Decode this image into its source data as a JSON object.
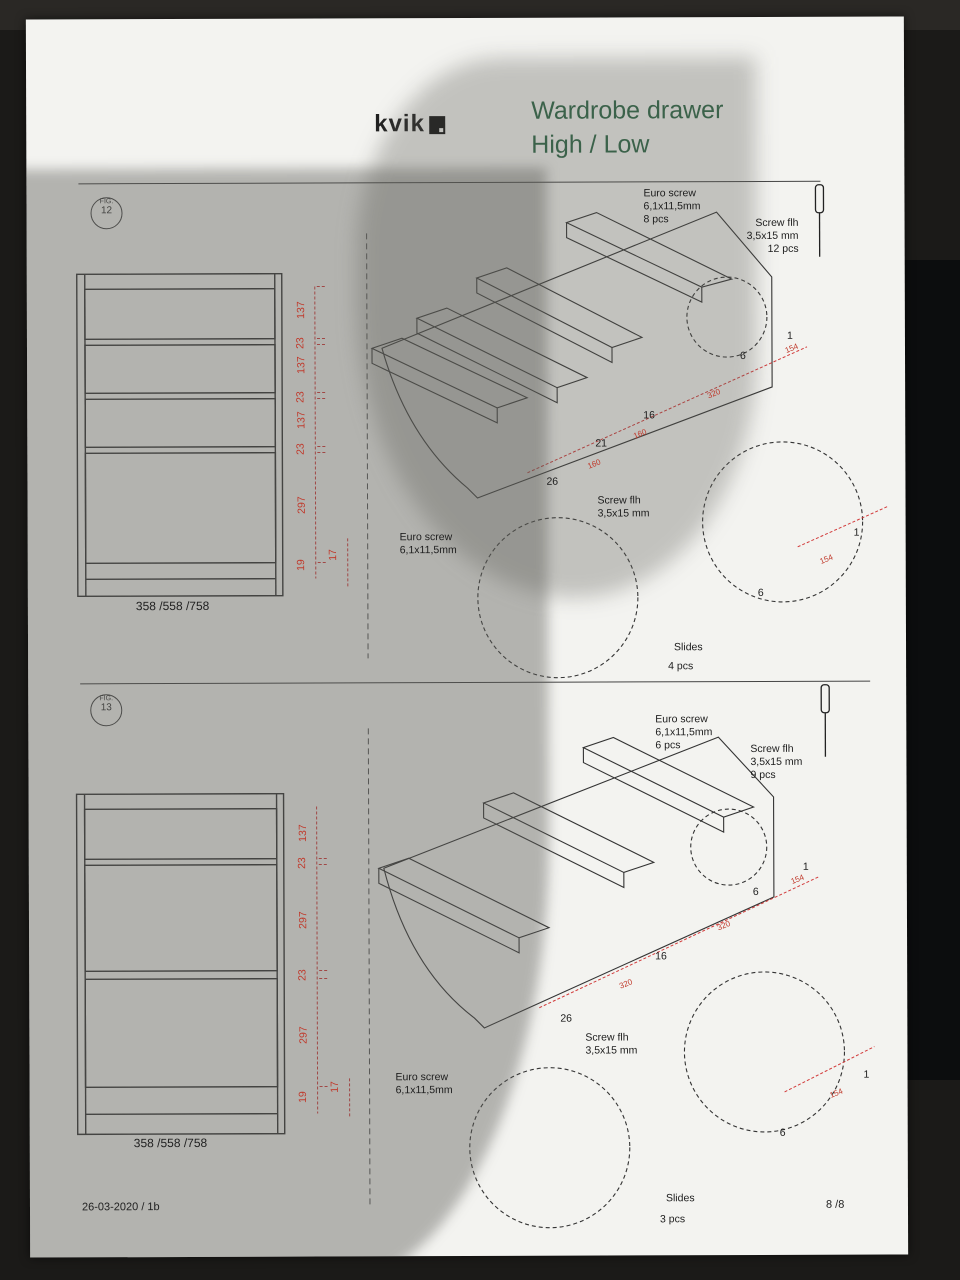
{
  "header": {
    "brand": "kvik",
    "title_line1": "Wardrobe drawer",
    "title_line2": "High / Low"
  },
  "fig12": {
    "fig_label": "FIG.",
    "fig_number": "12",
    "dimensions_caption": "358 /558 /758",
    "measurements": [
      "137",
      "23",
      "137",
      "23",
      "137",
      "23",
      "297",
      "19",
      "17"
    ],
    "euro_screw_top": "Euro screw\n6,1x11,5mm\n8 pcs",
    "screw_flh_top": "Screw flh\n3,5x15 mm\n12 pcs",
    "screw_flh_mid": "Screw flh\n3,5x15 mm",
    "euro_screw_detail": "Euro screw\n6,1x11,5mm",
    "slides": "Slides",
    "slides_count": "4 pcs",
    "part_numbers": [
      "1",
      "6",
      "16",
      "21",
      "26",
      "1",
      "6"
    ],
    "red_dims": [
      "154",
      "320",
      "160",
      "160",
      "154"
    ]
  },
  "fig13": {
    "fig_label": "FIG.",
    "fig_number": "13",
    "dimensions_caption": "358 /558 /758",
    "measurements": [
      "137",
      "23",
      "297",
      "23",
      "297",
      "19",
      "17"
    ],
    "euro_screw_top": "Euro screw\n6,1x11,5mm\n6 pcs",
    "screw_flh_top": "Screw flh\n3,5x15 mm\n9 pcs",
    "screw_flh_mid": "Screw flh\n3,5x15 mm",
    "euro_screw_detail": "Euro screw\n6,1x11,5mm",
    "slides": "Slides",
    "slides_count": "3 pcs",
    "part_numbers": [
      "1",
      "6",
      "16",
      "26",
      "1",
      "6"
    ],
    "red_dims": [
      "154",
      "320",
      "320",
      "154"
    ]
  },
  "footer": {
    "date": "26-03-2020 / 1b",
    "page": "8 /8"
  },
  "colors": {
    "title_green": "#2c6545",
    "dimension_red": "#d23a3a"
  }
}
